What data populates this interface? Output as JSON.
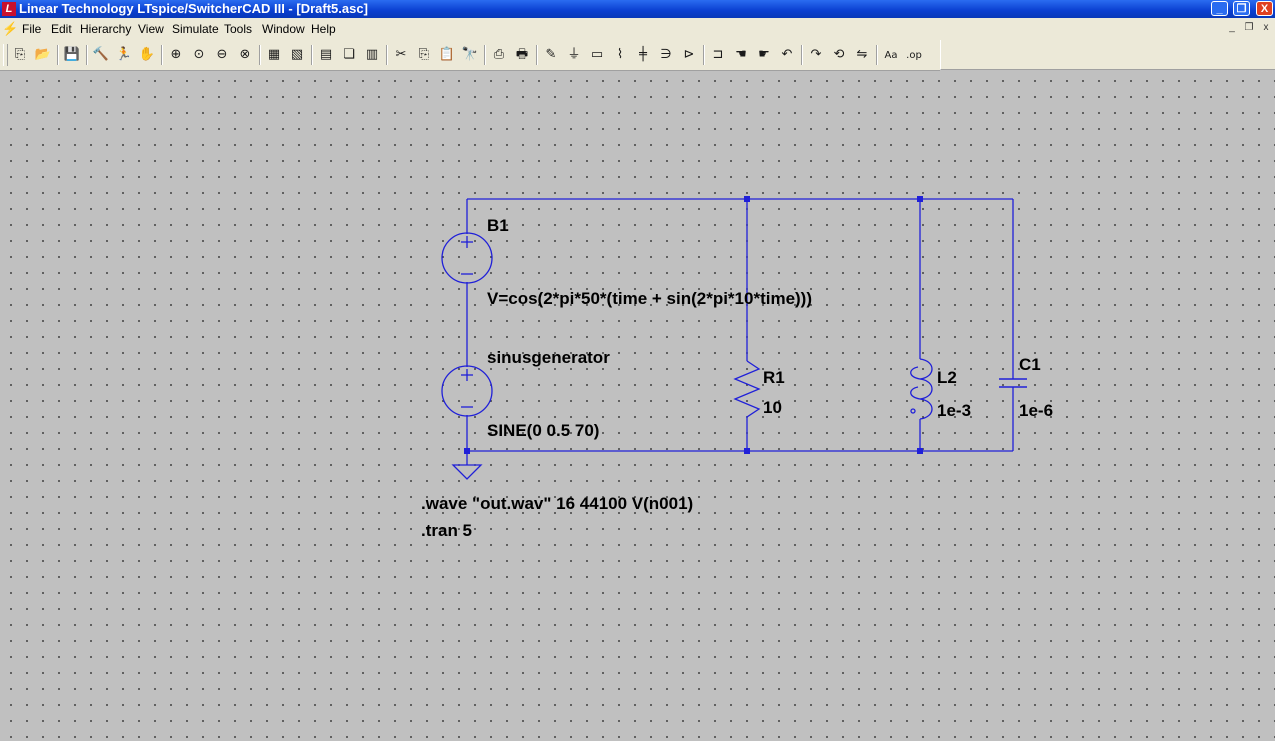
{
  "window": {
    "title": "Linear Technology LTspice/SwitcherCAD III - [Draft5.asc]",
    "controls": [
      "_",
      "❐",
      "X"
    ]
  },
  "menubar": {
    "items": [
      "File",
      "Edit",
      "Hierarchy",
      "View",
      "Simulate",
      "Tools",
      "Window",
      "Help"
    ],
    "mdi_controls": [
      "_",
      "❐",
      "x"
    ]
  },
  "toolbar": {
    "buttons": [
      {
        "name": "new-schematic-icon",
        "glyph": "⎘"
      },
      {
        "name": "open-icon",
        "glyph": "📂"
      },
      {
        "name": "save-icon",
        "glyph": "💾"
      },
      {
        "name": "control-panel-icon",
        "glyph": "🔨"
      },
      {
        "name": "run-icon",
        "glyph": "🏃"
      },
      {
        "name": "halt-icon",
        "glyph": "✋"
      },
      {
        "name": "zoom-in-icon",
        "glyph": "⊕"
      },
      {
        "name": "pan-icon",
        "glyph": "⊙"
      },
      {
        "name": "zoom-out-icon",
        "glyph": "⊖"
      },
      {
        "name": "zoom-cancel-icon",
        "glyph": "⊗"
      },
      {
        "name": "autorange-icon",
        "glyph": "▦"
      },
      {
        "name": "grid-icon",
        "glyph": "▧"
      },
      {
        "name": "tile-horizontal-icon",
        "glyph": "▤"
      },
      {
        "name": "cascade-icon",
        "glyph": "❏"
      },
      {
        "name": "tile-vertical-icon",
        "glyph": "▥"
      },
      {
        "name": "cut-icon",
        "glyph": "✂"
      },
      {
        "name": "copy-icon",
        "glyph": "⎘"
      },
      {
        "name": "paste-icon",
        "glyph": "📋"
      },
      {
        "name": "find-icon",
        "glyph": "🔭"
      },
      {
        "name": "print-setup-icon",
        "glyph": "⎙"
      },
      {
        "name": "print-icon",
        "glyph": "🖶"
      },
      {
        "name": "wire-icon",
        "glyph": "✎"
      },
      {
        "name": "ground-icon",
        "glyph": "⏚"
      },
      {
        "name": "label-net-icon",
        "glyph": "▭"
      },
      {
        "name": "resistor-icon",
        "glyph": "⌇"
      },
      {
        "name": "capacitor-icon",
        "glyph": "╪"
      },
      {
        "name": "inductor-icon",
        "glyph": "∋"
      },
      {
        "name": "diode-icon",
        "glyph": "⊳"
      },
      {
        "name": "component-icon",
        "glyph": "⊐"
      },
      {
        "name": "move-icon",
        "glyph": "☚"
      },
      {
        "name": "drag-icon",
        "glyph": "☛"
      },
      {
        "name": "undo-icon",
        "glyph": "↶"
      },
      {
        "name": "redo-icon",
        "glyph": "↷"
      },
      {
        "name": "rotate-icon",
        "glyph": "⟲"
      },
      {
        "name": "mirror-icon",
        "glyph": "⇋"
      },
      {
        "name": "text-icon",
        "glyph": "Aa"
      },
      {
        "name": "spice-directive-icon",
        "glyph": ".op"
      }
    ]
  },
  "schematic": {
    "wire_color": "#2020d8",
    "components": [
      {
        "id": "b1",
        "ref": "B1",
        "value": "V=cos(2*pi*50*(time + sin(2*pi*10*time)))"
      },
      {
        "id": "sine",
        "ref": "sinusgenerator",
        "value": "SINE(0 0.5 70)"
      },
      {
        "id": "r1",
        "ref": "R1",
        "value": "10"
      },
      {
        "id": "l2",
        "ref": "L2",
        "value": "1e-3"
      },
      {
        "id": "c1",
        "ref": "C1",
        "value": "1e-6"
      }
    ],
    "directives": [
      ".wave \"out.wav\" 16 44100 V(n001)",
      ".tran 5"
    ]
  }
}
